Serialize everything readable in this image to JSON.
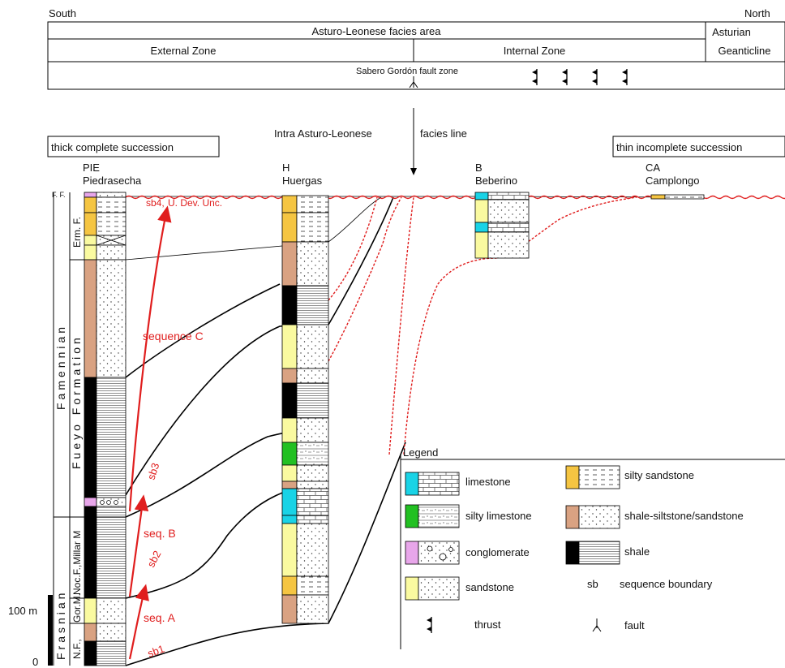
{
  "header": {
    "south": "South",
    "north": "North",
    "facies_area": "Asturo-Leonese facies area",
    "external_zone": "External Zone",
    "internal_zone": "Internal Zone",
    "asturian": "Asturian",
    "geanticline": "Geanticline",
    "fault_zone": "Sabero Gordón fault zone"
  },
  "facies_line": {
    "left": "Intra Asturo-Leonese",
    "right": "facies line"
  },
  "succession": {
    "thick": "thick complete succession",
    "thin": "thin incomplete succession"
  },
  "sections": [
    {
      "code": "PIE",
      "name": "Piedrasecha"
    },
    {
      "code": "H",
      "name": "Huergas"
    },
    {
      "code": "B",
      "name": "Beberino"
    },
    {
      "code": "CA",
      "name": "Camplongo"
    }
  ],
  "stratigraphy": {
    "famennian": "Famennian",
    "fueyo": "Fueyo Formation",
    "frasnian": "Frasnian",
    "erm": "Erm. F.",
    "noc_millar": "Noc.F.,Millar M",
    "gor": "Gor.M.",
    "nf": "N.F.,",
    "top_abbrev": "F. F."
  },
  "annotations": {
    "sb4": "sb4,",
    "unc": "U. Dev. Unc.",
    "seq_c": "sequence C",
    "sb3": "sb3",
    "seq_b": "seq. B",
    "sb2": "sb2",
    "seq_a": "seq. A",
    "sb1": "sb1"
  },
  "scale": {
    "top": "100 m",
    "bottom": "0"
  },
  "legend": {
    "title": "Legend",
    "items": [
      {
        "label": "limestone",
        "color": "#19d3e6"
      },
      {
        "label": "silty limestone",
        "color": "#22c022"
      },
      {
        "label": "conglomerate",
        "color": "#e8a6ea"
      },
      {
        "label": "sandstone",
        "color": "#fafaa0"
      },
      {
        "label": "silty sandstone",
        "color": "#f5c542"
      },
      {
        "label": "shale-siltstone/sandstone",
        "color": "#d9a282"
      },
      {
        "label": "shale",
        "color": "#000000"
      }
    ],
    "sb_abbrev": "sb",
    "sb_label": "sequence boundary",
    "thrust": "thrust",
    "fault": "fault"
  }
}
